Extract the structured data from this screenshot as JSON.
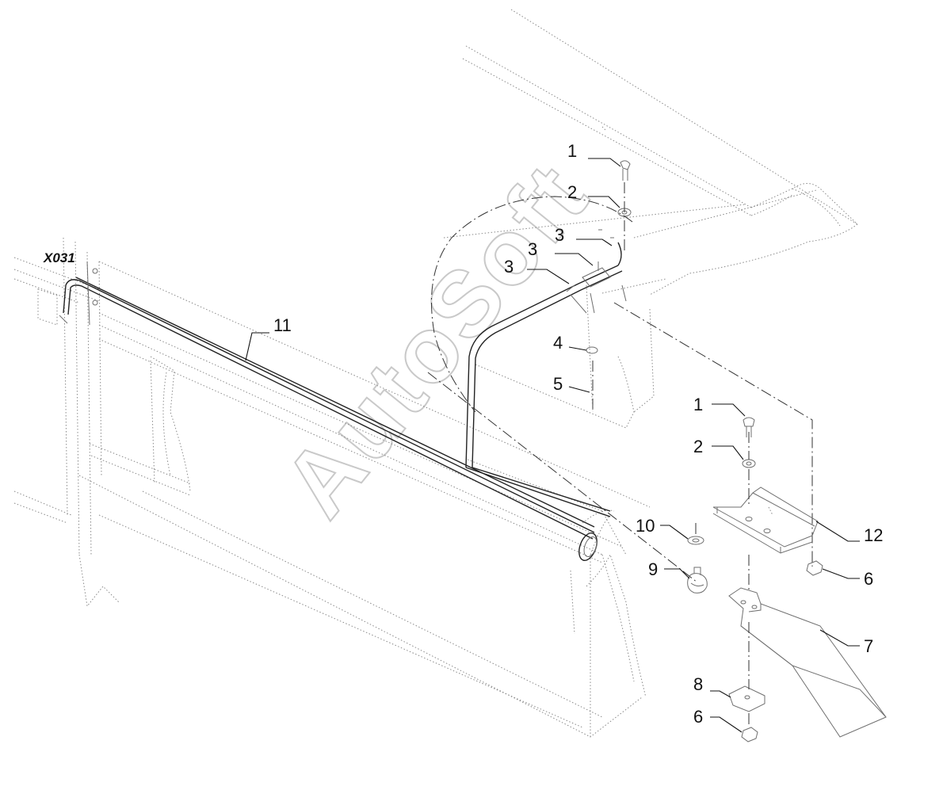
{
  "diagram": {
    "connector_label": "X031",
    "watermark": "AutoSoft",
    "callouts": {
      "c1a": "1",
      "c2a": "2",
      "c3a": "3",
      "c3b": "3",
      "c3c": "3",
      "c4": "4",
      "c5": "5",
      "c11": "11",
      "c1b": "1",
      "c2b": "2",
      "c12": "12",
      "c6a": "6",
      "c10": "10",
      "c9": "9",
      "c7": "7",
      "c8": "8",
      "c6b": "6"
    }
  }
}
